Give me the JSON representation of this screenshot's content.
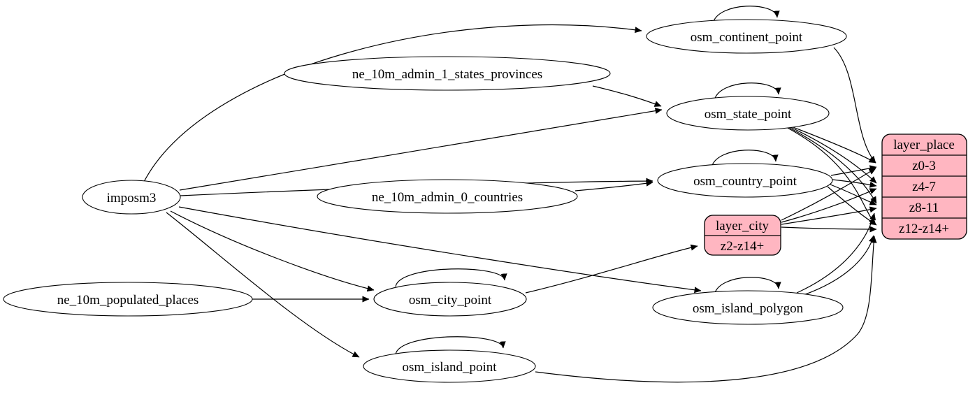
{
  "diagram": {
    "kind": "graphviz-etl-diagram",
    "layer": "place",
    "colors": {
      "background": "#ffffff",
      "node_fill": "#ffffff",
      "node_stroke": "#000000",
      "record_fill": "#ffb6c1",
      "edge_color": "#000000",
      "text_color": "#000000"
    },
    "nodes": {
      "imposm3": {
        "label": "imposm3",
        "shape": "ellipse"
      },
      "ne_10m_admin_1_states_provinces": {
        "label": "ne_10m_admin_1_states_provinces",
        "shape": "ellipse"
      },
      "ne_10m_admin_0_countries": {
        "label": "ne_10m_admin_0_countries",
        "shape": "ellipse"
      },
      "ne_10m_populated_places": {
        "label": "ne_10m_populated_places",
        "shape": "ellipse"
      },
      "osm_continent_point": {
        "label": "osm_continent_point",
        "shape": "ellipse",
        "self_loop": true
      },
      "osm_state_point": {
        "label": "osm_state_point",
        "shape": "ellipse",
        "self_loop": true
      },
      "osm_country_point": {
        "label": "osm_country_point",
        "shape": "ellipse",
        "self_loop": true
      },
      "osm_city_point": {
        "label": "osm_city_point",
        "shape": "ellipse",
        "self_loop": true
      },
      "osm_island_polygon": {
        "label": "osm_island_polygon",
        "shape": "ellipse",
        "self_loop": true
      },
      "osm_island_point": {
        "label": "osm_island_point",
        "shape": "ellipse",
        "self_loop": true
      }
    },
    "records": {
      "layer_place": {
        "title": "layer_place",
        "rows": [
          "z0-3",
          "z4-7",
          "z8-11",
          "z12-z14+"
        ]
      },
      "layer_city": {
        "title": "layer_city",
        "rows": [
          "z2-z14+"
        ]
      }
    },
    "edges": [
      {
        "from": "imposm3",
        "to": "osm_continent_point"
      },
      {
        "from": "imposm3",
        "to": "osm_state_point"
      },
      {
        "from": "imposm3",
        "to": "osm_country_point"
      },
      {
        "from": "imposm3",
        "to": "osm_city_point"
      },
      {
        "from": "imposm3",
        "to": "osm_island_polygon"
      },
      {
        "from": "imposm3",
        "to": "osm_island_point"
      },
      {
        "from": "ne_10m_admin_1_states_provinces",
        "to": "osm_state_point"
      },
      {
        "from": "ne_10m_admin_0_countries",
        "to": "osm_country_point"
      },
      {
        "from": "ne_10m_populated_places",
        "to": "osm_city_point"
      },
      {
        "from": "osm_continent_point",
        "to": "osm_continent_point"
      },
      {
        "from": "osm_state_point",
        "to": "osm_state_point"
      },
      {
        "from": "osm_country_point",
        "to": "osm_country_point"
      },
      {
        "from": "osm_city_point",
        "to": "osm_city_point"
      },
      {
        "from": "osm_island_polygon",
        "to": "osm_island_polygon"
      },
      {
        "from": "osm_island_point",
        "to": "osm_island_point"
      },
      {
        "from": "osm_continent_point",
        "to": "layer_place",
        "port": "z0-3"
      },
      {
        "from": "osm_country_point",
        "to": "layer_place",
        "port": "z0-3"
      },
      {
        "from": "osm_country_point",
        "to": "layer_place",
        "port": "z4-7"
      },
      {
        "from": "osm_country_point",
        "to": "layer_place",
        "port": "z8-11"
      },
      {
        "from": "osm_country_point",
        "to": "layer_place",
        "port": "z12-z14+"
      },
      {
        "from": "osm_state_point",
        "to": "layer_place",
        "port": "z0-3"
      },
      {
        "from": "osm_state_point",
        "to": "layer_place",
        "port": "z4-7"
      },
      {
        "from": "osm_state_point",
        "to": "layer_place",
        "port": "z8-11"
      },
      {
        "from": "osm_state_point",
        "to": "layer_place",
        "port": "z12-z14+"
      },
      {
        "from": "osm_city_point",
        "to": "layer_city",
        "port": "z2-z14+"
      },
      {
        "from": "layer_city",
        "to": "layer_place",
        "port": "z0-3"
      },
      {
        "from": "layer_city",
        "to": "layer_place",
        "port": "z4-7"
      },
      {
        "from": "layer_city",
        "to": "layer_place",
        "port": "z8-11"
      },
      {
        "from": "layer_city",
        "to": "layer_place",
        "port": "z12-z14+"
      },
      {
        "from": "osm_island_polygon",
        "to": "layer_place",
        "port": "z8-11"
      },
      {
        "from": "osm_island_polygon",
        "to": "layer_place",
        "port": "z12-z14+"
      },
      {
        "from": "osm_island_point",
        "to": "layer_place",
        "port": "z12-z14+"
      }
    ]
  }
}
